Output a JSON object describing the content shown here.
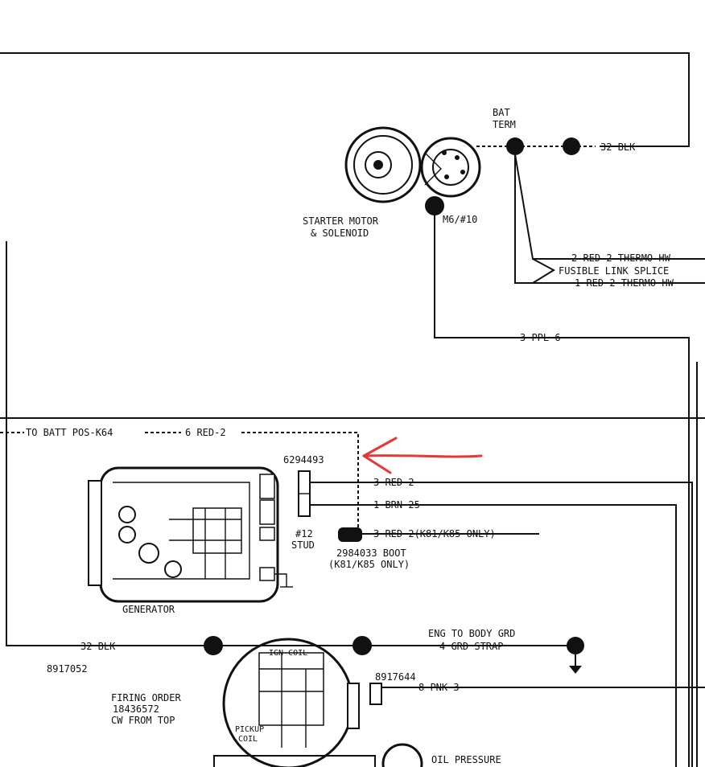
{
  "labels": {
    "bat_term_1": "BAT",
    "bat_term_2": "TERM",
    "blk32_top": "32 BLK",
    "starter_1": "STARTER MOTOR",
    "starter_2": "& SOLENOID",
    "m6": "M6/#10",
    "red2_thermo_a": "2 RED-2 THERMO HW",
    "fusible": "FUSIBLE LINK SPLICE",
    "red1_thermo_b": "1 RED-2 THERMO HW",
    "ppl3": "3 PPL 6",
    "to_batt": "TO BATT POS-K64",
    "red6": "6 RED-2",
    "part_6294493": "6294493",
    "red3": "3 RED-2",
    "brn1": "1 BRN-25",
    "red3_k81": "3 RED-2(K81/K85 ONLY)",
    "stud_1": "#12",
    "stud_2": "STUD",
    "boot_1": "2984033 BOOT",
    "boot_2": "(K81/K85 ONLY)",
    "generator": "GENERATOR",
    "blk32_bottom": "32 BLK",
    "eng_1": "ENG TO BODY GRD",
    "eng_2": "4 GRD STRAP",
    "part_8917052": "8917052",
    "ign_coil": "IGN COIL",
    "part_8917644": "8917644",
    "pnk": "8 PNK-3",
    "firing_1": "FIRING ORDER",
    "firing_2": "18436572",
    "firing_3": "CW FROM TOP",
    "pickup_1": "PICKUP",
    "pickup_2": "COIL",
    "oil": "OIL PRESSURE"
  },
  "colors": {
    "annotation_arrow": "#e53935",
    "ink": "#111111"
  }
}
